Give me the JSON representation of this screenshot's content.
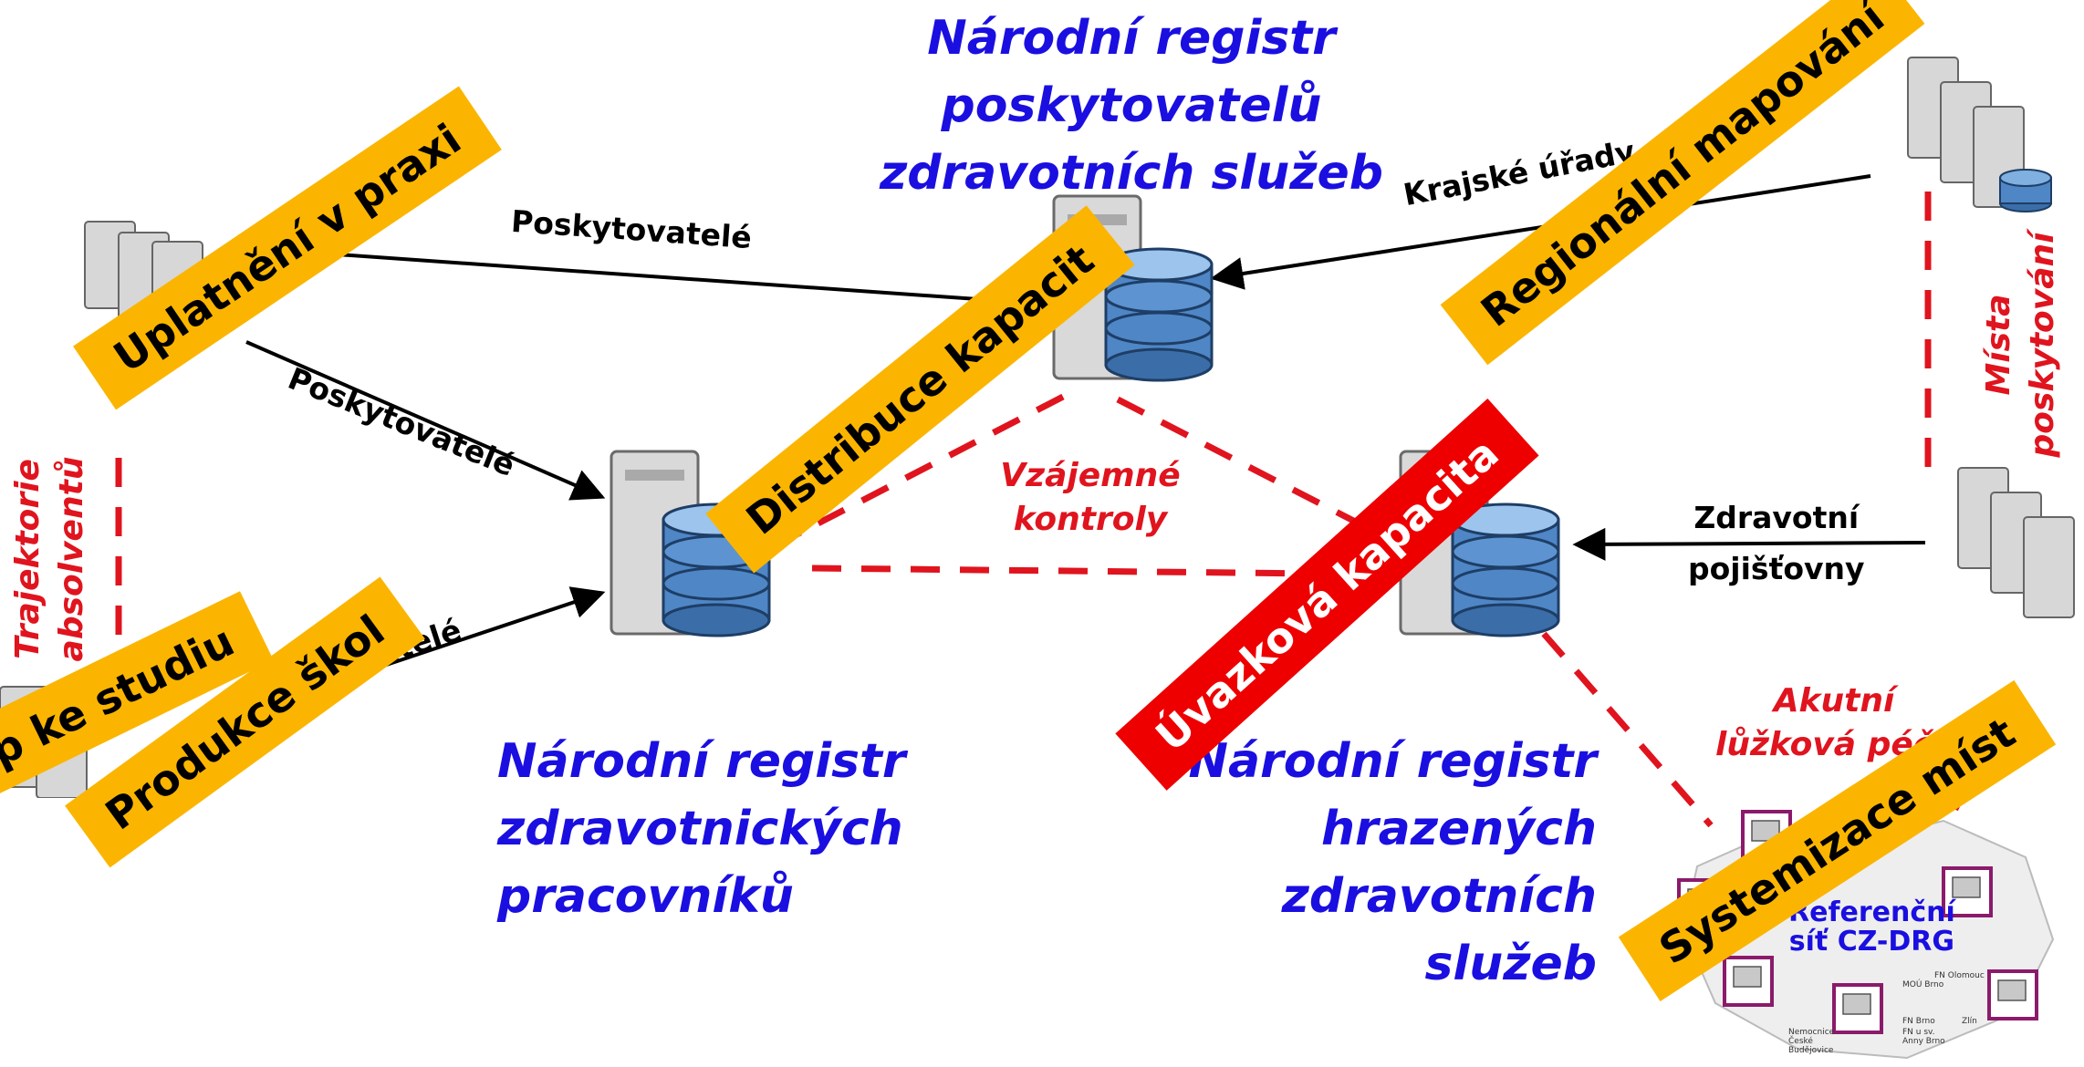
{
  "titles": {
    "providers_registry": [
      "Národní registr poskytovatelů",
      "zdravotních služeb"
    ],
    "workers_registry": [
      "Národní registr",
      "zdravotnických",
      "pracovníků"
    ],
    "paid_services_registry": [
      "Národní registr",
      "hrazených zdravotních",
      "služeb"
    ]
  },
  "edge_labels": {
    "poskytovatele_top": "Poskytovatelé",
    "poskytovatele_mid": "Poskytovatelé",
    "vzdelavatele": "Vzdělavatelé",
    "krajske_urady": "Krajské úřady",
    "zdravotni_pojistovny": [
      "Zdravotní",
      "pojišťovny"
    ]
  },
  "relation_labels": {
    "vzajemne_kontroly": [
      "Vzájemné",
      "kontroly"
    ],
    "trajektorie_absolventu": [
      "Trajektorie",
      "absolventů"
    ],
    "mista_poskytovani": [
      "Místa",
      "poskytování"
    ],
    "akutni_luzkova_pece": [
      "Akutní",
      "lůžková péče"
    ]
  },
  "banners": {
    "uplatneni_v_praxi": "Uplatnění v praxi",
    "pristup_ke_studiu": "Přístup ke studiu",
    "produkce_skol": "Produkce škol",
    "distribuce_kapacit": "Distribuce kapacit",
    "regionalni_mapovani": "Regionální mapování",
    "uvazkova_kapacita": "Úvazková kapacita",
    "systemizace_mist": "Systemizace míst"
  },
  "drg_map": {
    "title": [
      "Referenční",
      "síť CZ-DRG"
    ],
    "places": [
      "FN Brno",
      "FN u sv. Anny Brno",
      "Nemocnice České Budějovice",
      "FN Olomouc",
      "MOÚ Brno",
      "Zlín"
    ]
  },
  "colors": {
    "title_blue": "#1a0fe0",
    "relation_red": "#e0141e",
    "banner_orange": "#fbb500",
    "banner_red": "#ee0000",
    "map_frame": "#8b1a6b"
  },
  "icons": {
    "server": "server-icon",
    "database": "database-icon",
    "computer": "computer-icon",
    "map": "map-icon"
  }
}
